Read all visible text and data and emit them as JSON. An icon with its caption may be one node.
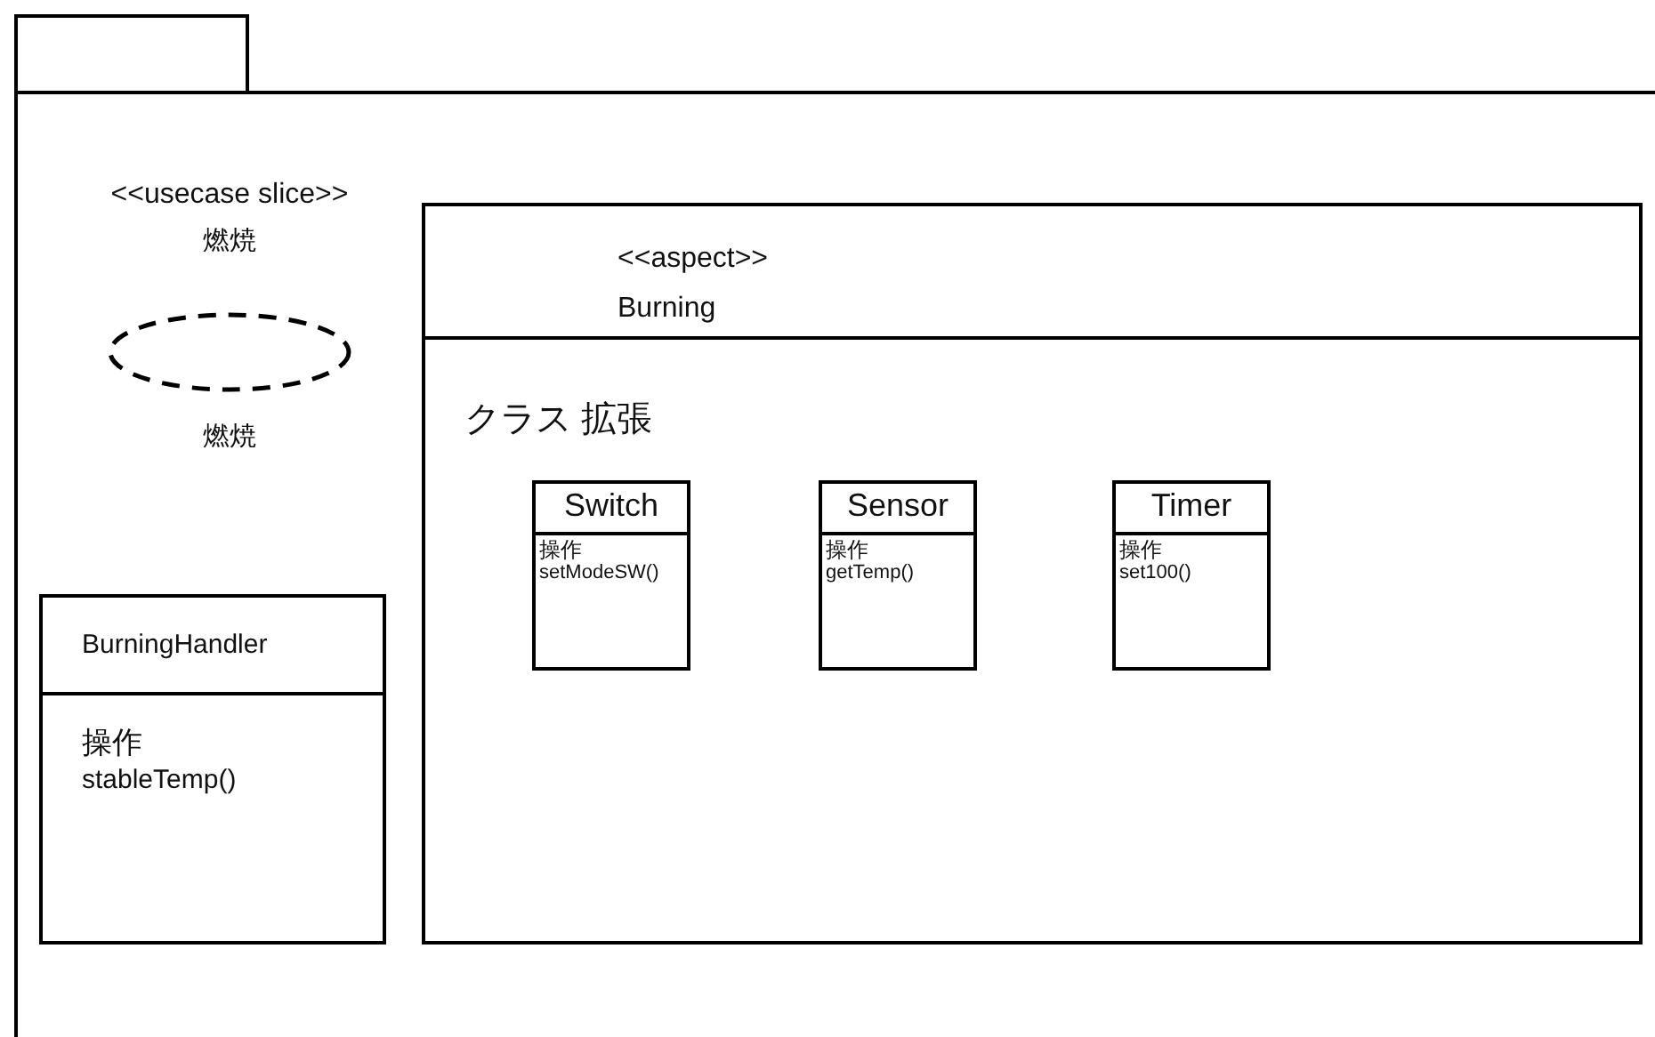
{
  "diagram": {
    "nodes": [
      {
        "text": [],
        "shape": "box"
      },
      {
        "text": [
          "<<usecase slice>>",
          "燃焼",
          "燃焼"
        ],
        "in": 0
      },
      {
        "text": [
          "BurningHandler",
          "操作",
          "stableTemp()"
        ],
        "in": 0
      },
      {
        "text": [
          "<<aspect>> Burning",
          "クラス 拡張"
        ],
        "in": 0
      },
      {
        "text": [
          "Switch",
          "操作",
          "setModeSW()"
        ],
        "in": 3
      },
      {
        "text": [
          "Sensor",
          "操作",
          "getTemp()"
        ],
        "in": 3
      },
      {
        "text": [
          "Timer",
          "操作",
          "set100()"
        ],
        "in": 3
      }
    ]
  }
}
